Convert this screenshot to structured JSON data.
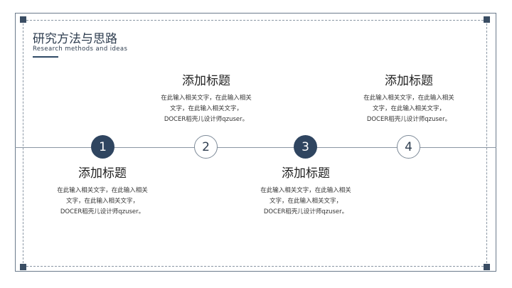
{
  "header": {
    "title_cn": "研究方法与思路",
    "title_en": "Research methods and ideas"
  },
  "steps": [
    {
      "number": "1",
      "style": "filled"
    },
    {
      "number": "2",
      "style": "outline"
    },
    {
      "number": "3",
      "style": "filled"
    },
    {
      "number": "4",
      "style": "outline"
    }
  ],
  "blocks": [
    {
      "heading": "添加标题",
      "lines": [
        "在此输入相关文字，在此输入相关",
        "文字，在此输入相关文字，",
        "DOCER稻壳儿设计师qzuser。"
      ]
    },
    {
      "heading": "添加标题",
      "lines": [
        "在此输入相关文字，在此输入相关",
        "文字，在此输入相关文字，",
        "DOCER稻壳儿设计师qzuser。"
      ]
    },
    {
      "heading": "添加标题",
      "lines": [
        "在此输入相关文字，在此输入相关",
        "文字，在此输入相关文字，",
        "DOCER稻壳儿设计师qzuser。"
      ]
    },
    {
      "heading": "添加标题",
      "lines": [
        "在此输入相关文字，在此输入相关",
        "文字，在此输入相关文字，",
        "DOCER稻壳儿设计师qzuser。"
      ]
    }
  ],
  "colors": {
    "accent": "#2f4560",
    "line": "#8a96a3"
  }
}
